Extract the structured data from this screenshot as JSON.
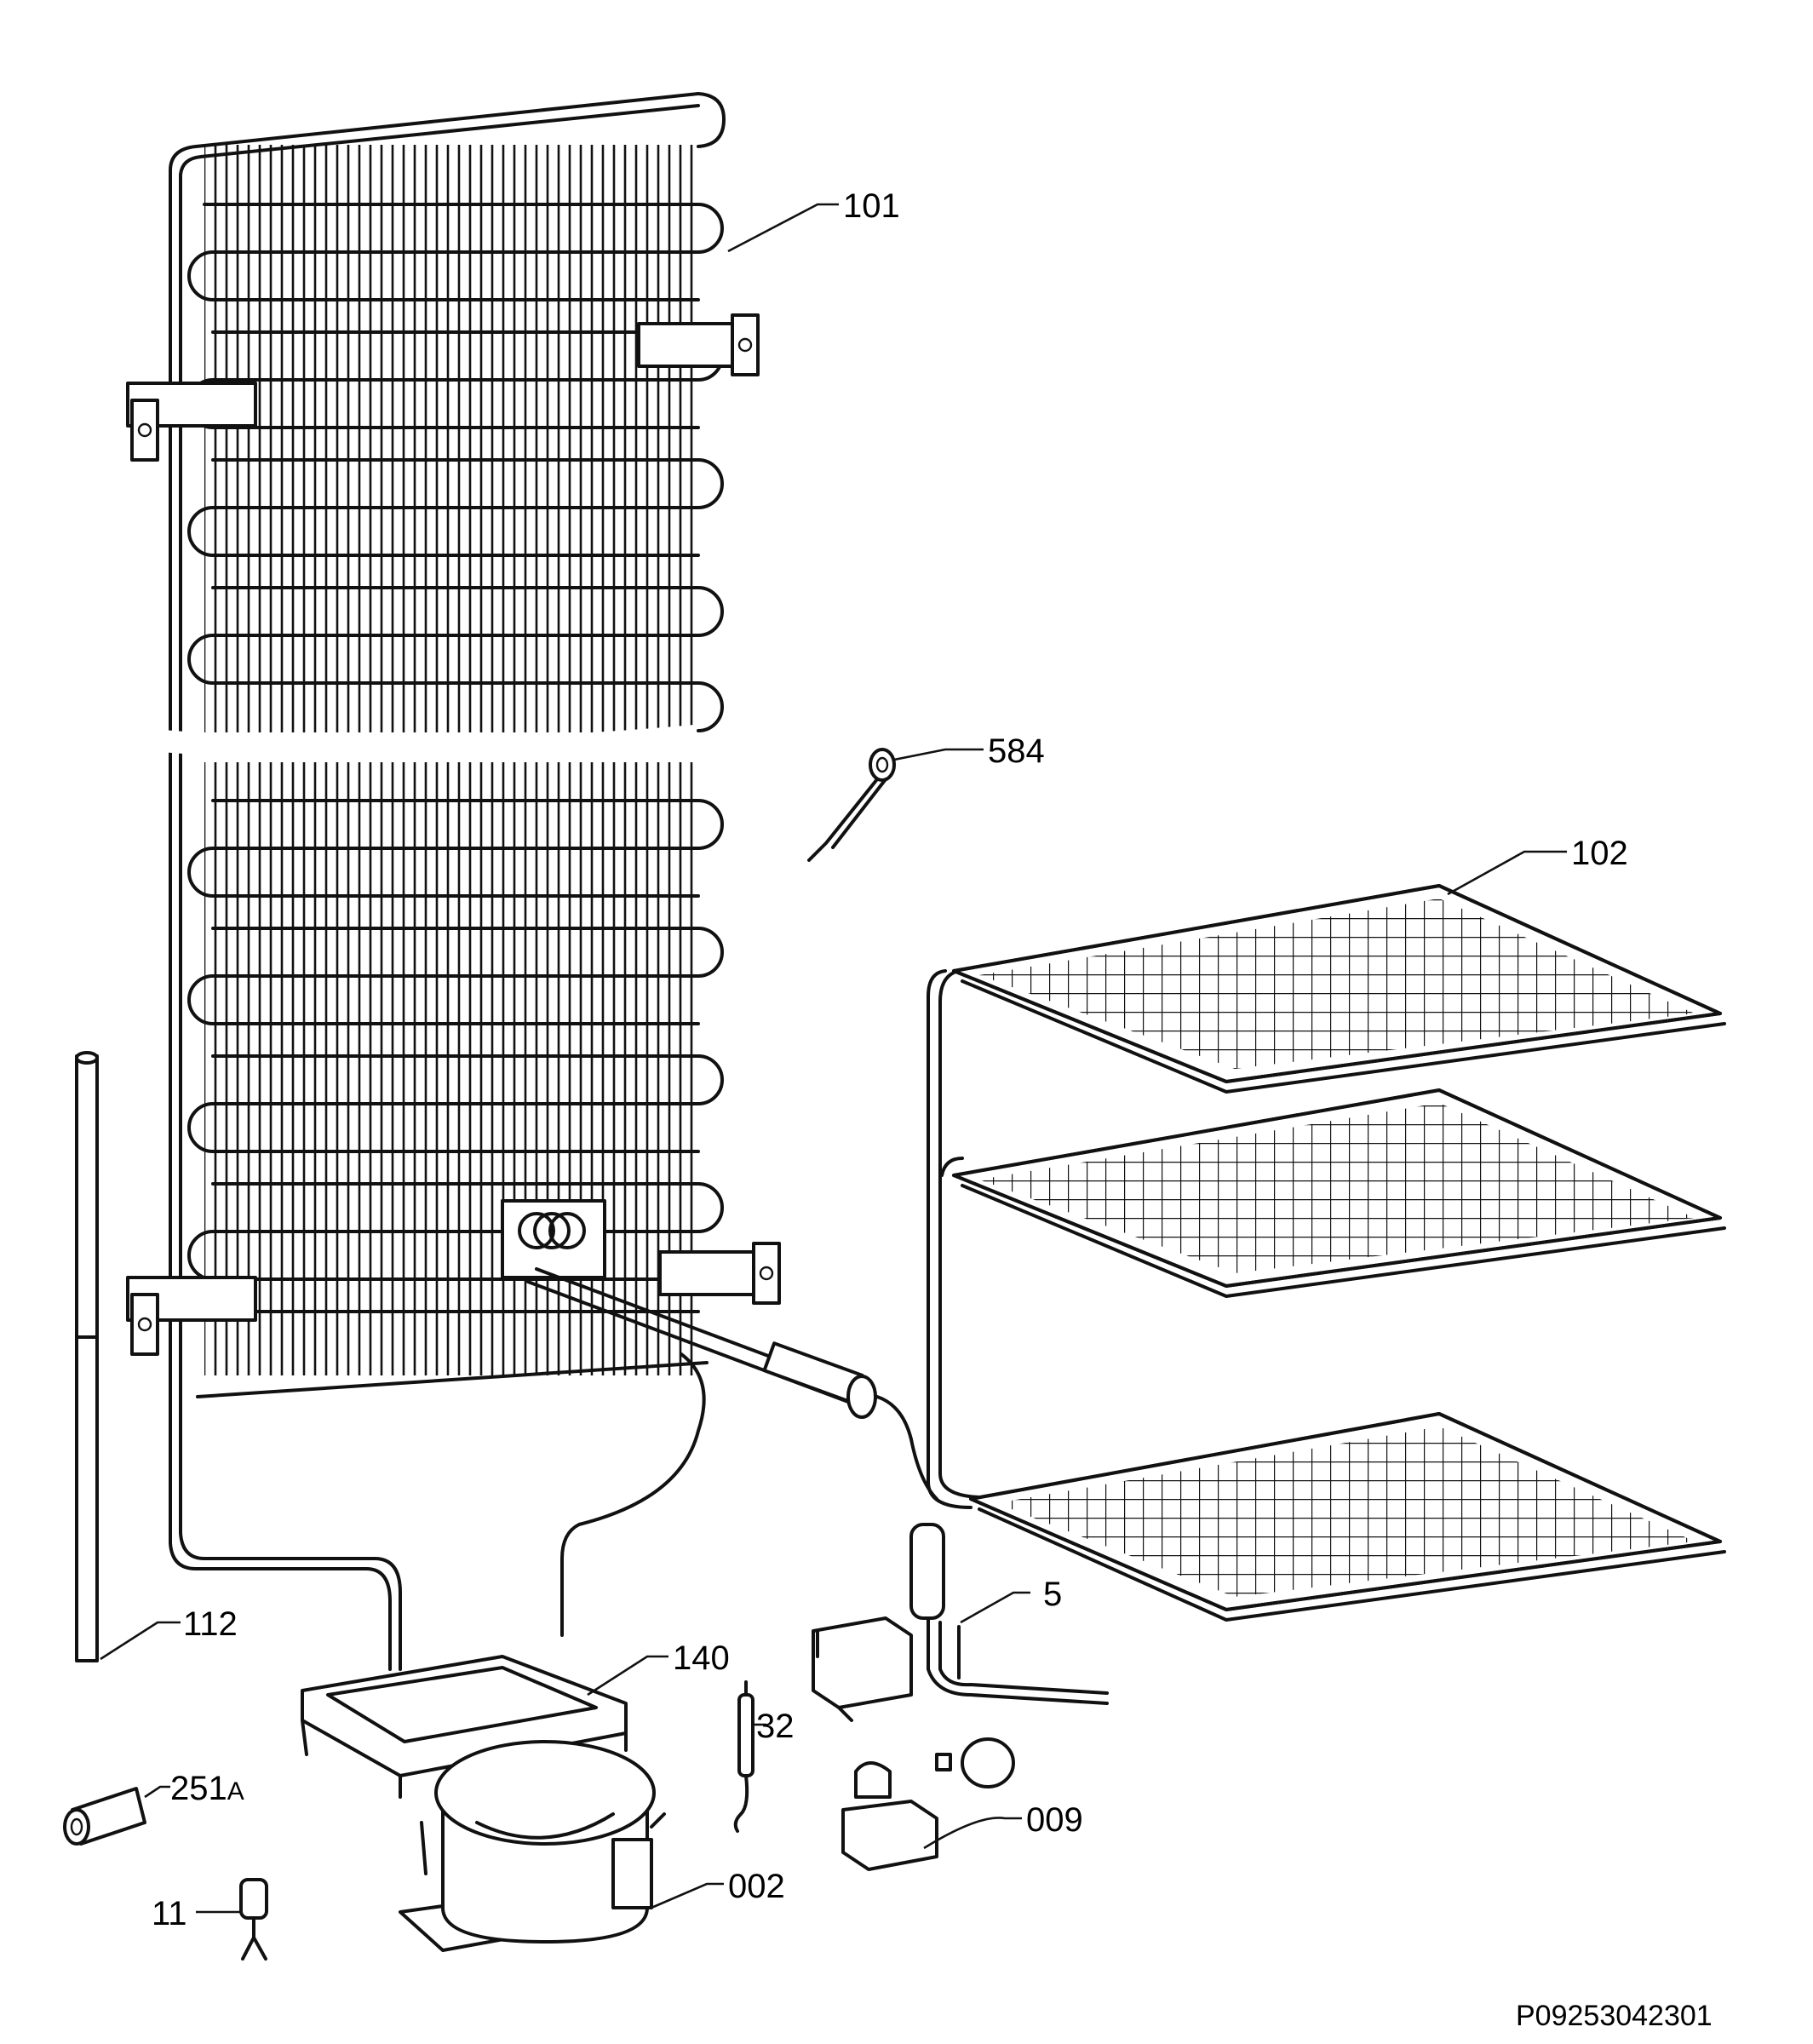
{
  "callouts": {
    "p101": "101",
    "p584": "584",
    "p102": "102",
    "p112": "112",
    "p140": "140",
    "p5": "5",
    "p32": "32",
    "p251": "251",
    "p251_suffix": "A",
    "p009": "009",
    "p11": "11",
    "p002": "002"
  },
  "drawing_number": "P09253042301"
}
